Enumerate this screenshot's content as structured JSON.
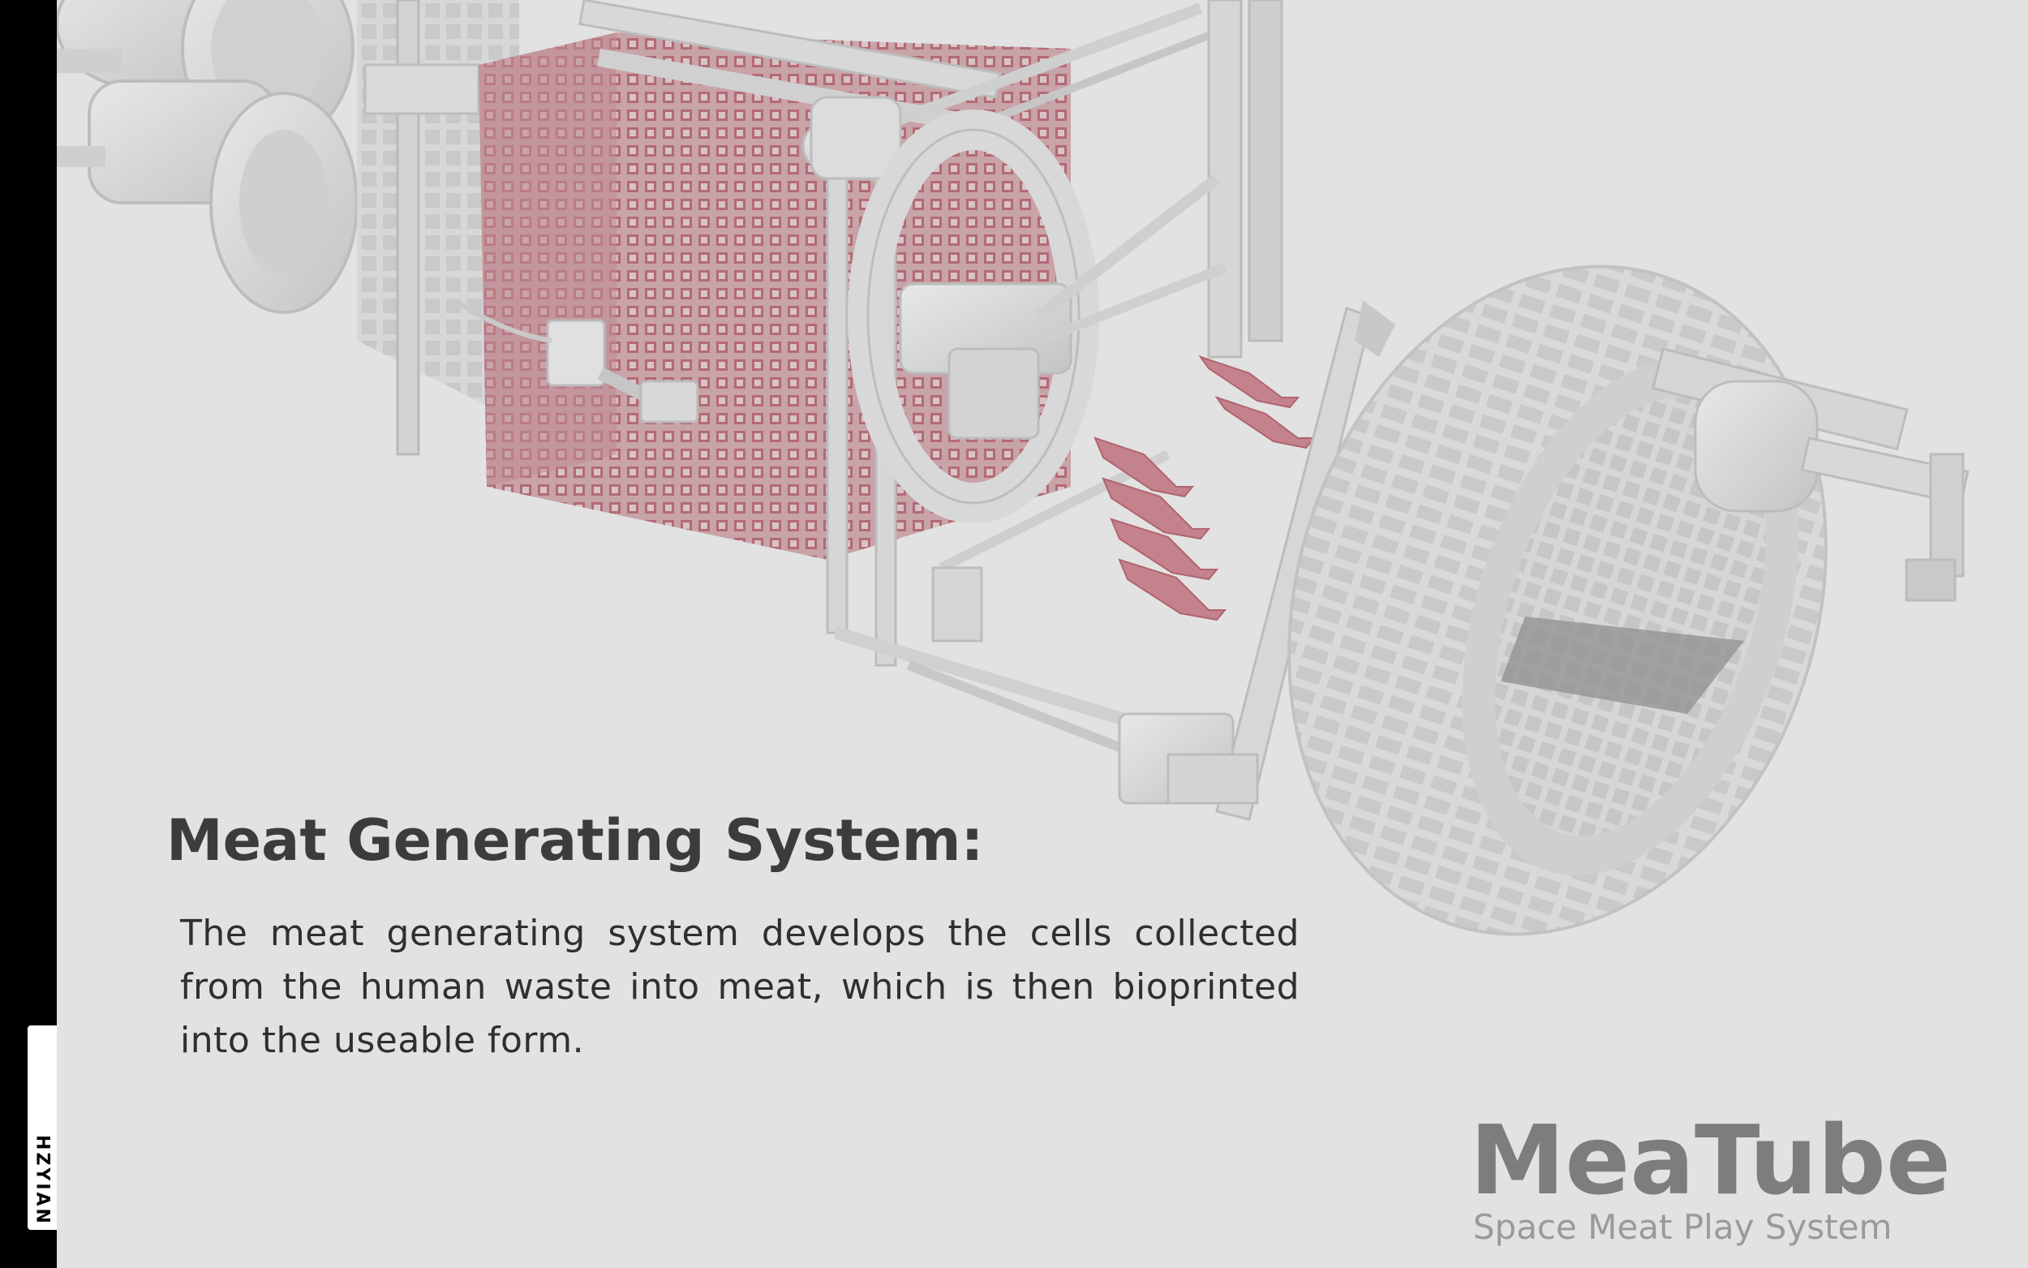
{
  "side_tab": {
    "label": "HZYIAN"
  },
  "content": {
    "heading": "Meat Generating System:",
    "body": "The meat generating system develops the cells collected from the human waste into meat, which is then bioprinted into the useable form."
  },
  "brand": {
    "title": "MeaTube",
    "subtitle": "Space Meat Play System"
  },
  "colors": {
    "background": "#e2e2e2",
    "machine": "#d4d4d4",
    "meat_cells": "#b8707a",
    "heading_text": "#3c3c3c",
    "brand_text": "#7d7d7d"
  }
}
